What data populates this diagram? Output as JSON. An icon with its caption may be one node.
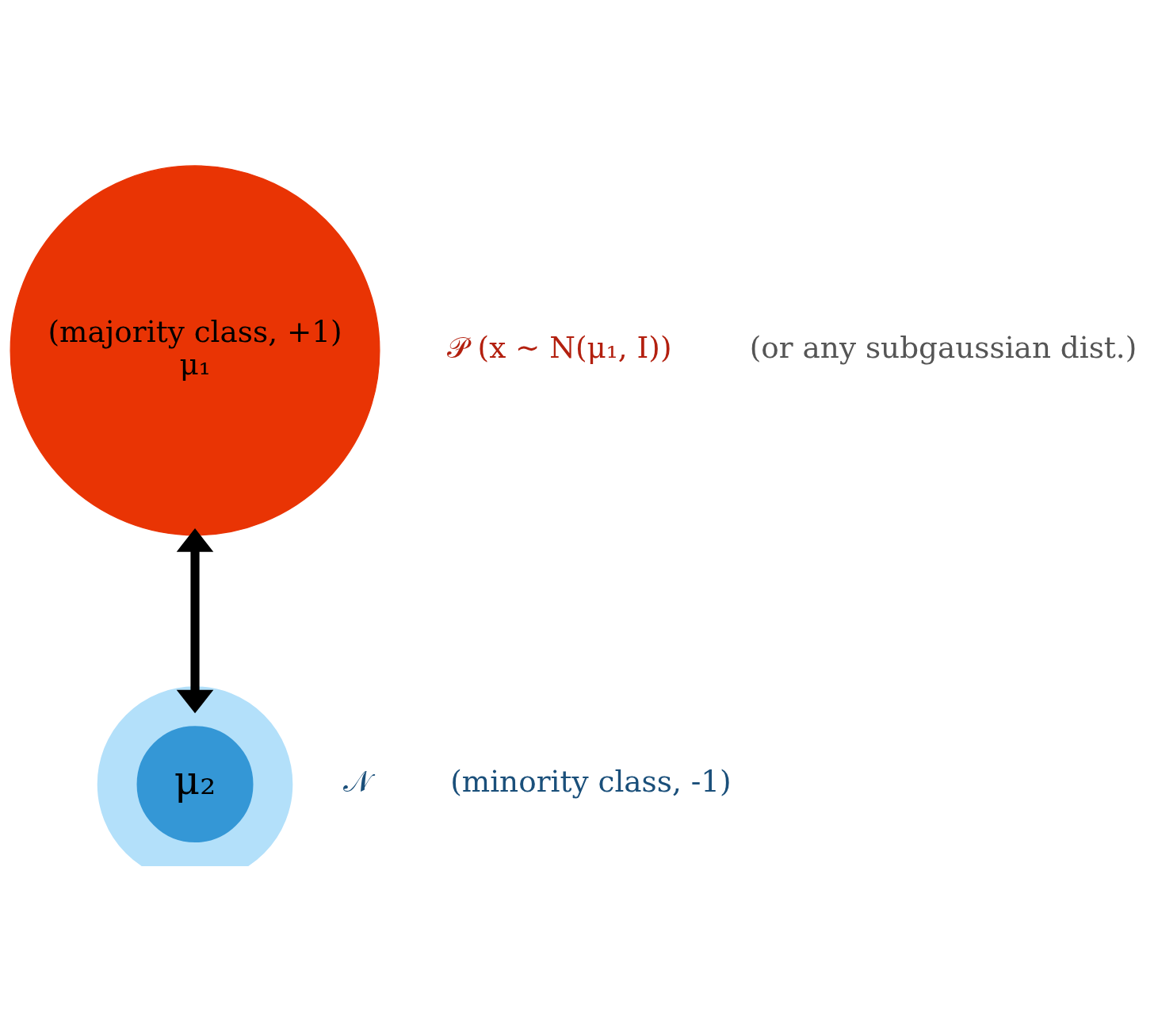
{
  "diagram": {
    "nodes": [
      {
        "text": [
          "(majority class, +1)",
          "μ₁"
        ],
        "beside": [
          "𝒫 (x ∼ N(μ₁, I))",
          "(or any subgaussian dist.)"
        ]
      },
      {
        "text": [
          "μ₂"
        ],
        "beside": [
          "𝒩",
          "(minority class, -1)"
        ]
      }
    ],
    "edges": [
      {
        "from": 0,
        "to": 1,
        "arrow": "both"
      }
    ]
  }
}
